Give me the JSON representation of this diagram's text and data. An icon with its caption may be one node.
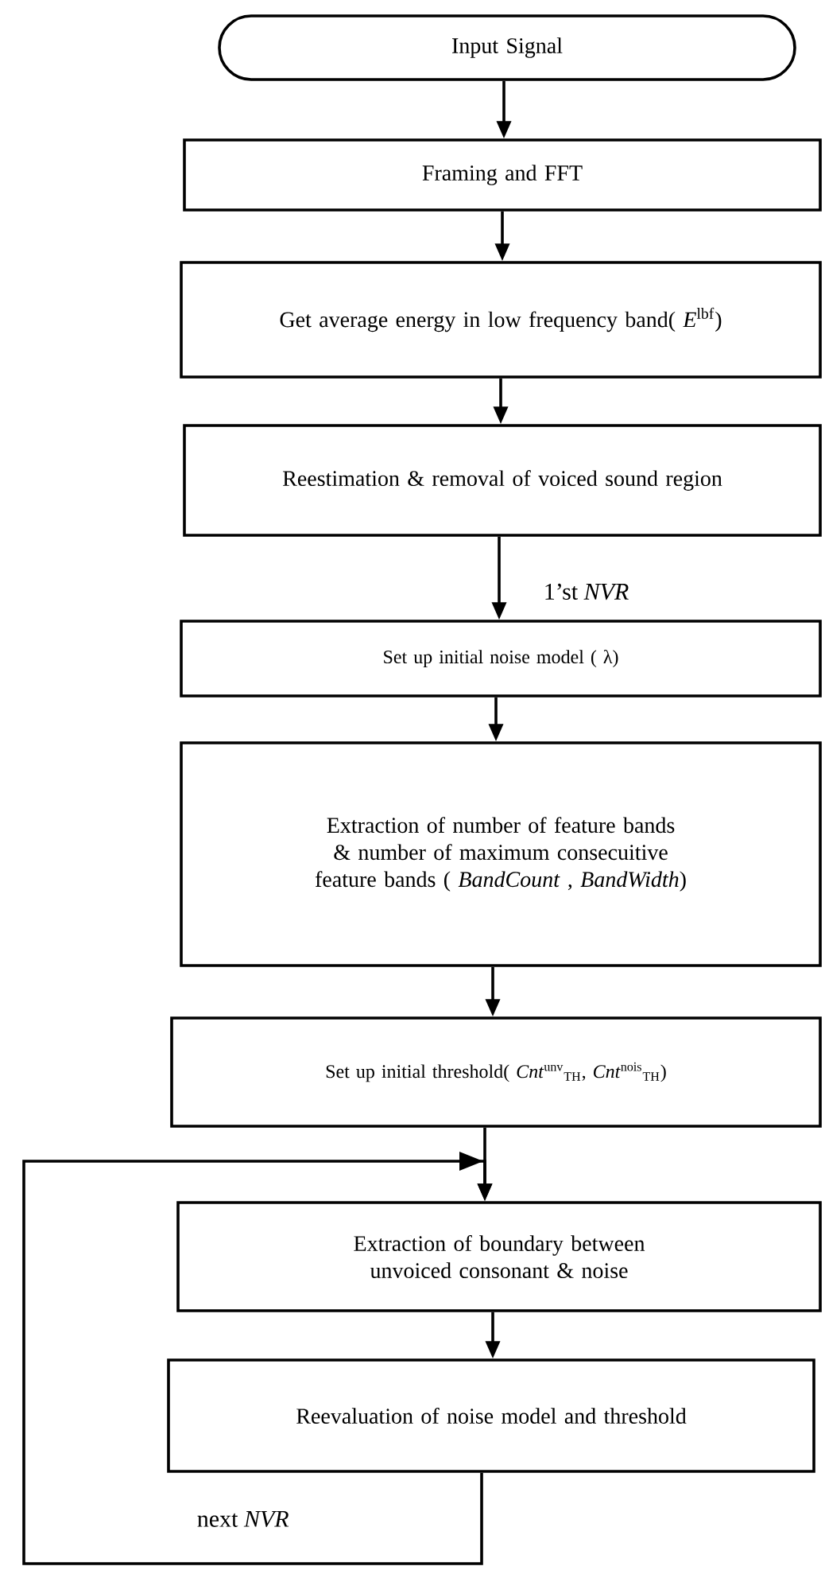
{
  "diagram": {
    "nodes": [
      {
        "text": [
          "Input Signal"
        ]
      },
      {
        "text": [
          "Framing and FFT"
        ]
      },
      {
        "text": [
          "Get average energy in low frequency band( *E*$^{lbf}$)"
        ]
      },
      {
        "text": [
          "Reestimation & removal of voiced sound region"
        ]
      },
      {
        "text": [
          "Set up initial noise model ( λ)"
        ]
      },
      {
        "text": [
          "Extraction of number of feature bands & number of maximum consecuitive feature bands ( *BandCount* , *BandWidth*)"
        ]
      },
      {
        "text": [
          "Set up initial threshold( *Cnt*$^{unv}$$_{TH}$, *Cnt*$^{nois}$$_{TH}$)"
        ]
      },
      {
        "text": [
          "Extraction of boundary between unvoiced consonant & noise"
        ]
      },
      {
        "text": [
          "Reevaluation of noise model and threshold"
        ]
      }
    ],
    "edges": [
      {
        "from": 0,
        "to": 1,
        "arrow": "to"
      },
      {
        "from": 1,
        "to": 2,
        "arrow": "to"
      },
      {
        "from": 2,
        "to": 3,
        "arrow": "to"
      },
      {
        "from": 3,
        "to": 4,
        "arrow": "to",
        "label": "1’st *NVR*"
      },
      {
        "from": 4,
        "to": 5,
        "arrow": "to"
      },
      {
        "from": 5,
        "to": 6,
        "arrow": "to"
      },
      {
        "from": 6,
        "to": 7,
        "arrow": "to"
      },
      {
        "from": 7,
        "to": 8,
        "arrow": "to"
      },
      {
        "from": 8,
        "to": 7,
        "arrow": "to",
        "label": "next *NVR*"
      }
    ]
  }
}
